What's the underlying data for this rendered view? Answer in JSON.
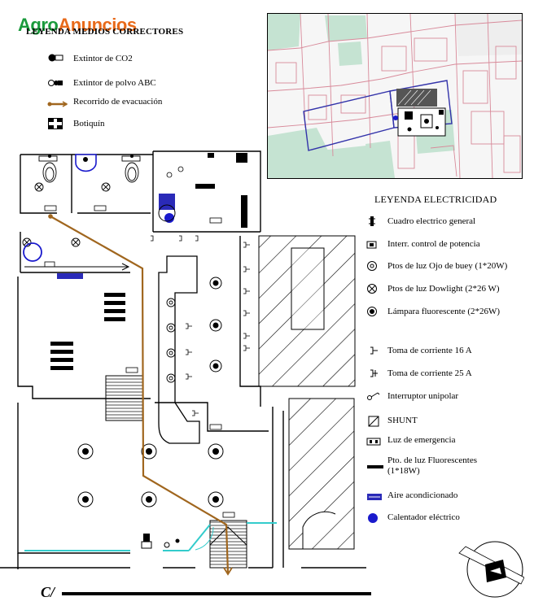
{
  "watermark": {
    "part1": "Agro",
    "part2": "Anuncios",
    "color1": "#1a9a3c",
    "color2": "#e86a1a"
  },
  "legend_fire": {
    "title": "LEYENDA MEDIOS CORRECTORES",
    "items": [
      {
        "label": "Extintor de CO2",
        "icon": "co2-extinguisher-icon"
      },
      {
        "label": "Extintor de polvo ABC",
        "icon": "abc-extinguisher-icon"
      },
      {
        "label": "Recorrido de evacuación",
        "icon": "evacuation-route-icon"
      },
      {
        "label": "Botiquín",
        "icon": "first-aid-icon"
      }
    ]
  },
  "legend_electric": {
    "title": "LEYENDA ELECTRICIDAD",
    "items": [
      {
        "label": "Cuadro electrico general",
        "icon": "panel-icon"
      },
      {
        "label": "Interr. control de potencia",
        "icon": "breaker-icon"
      },
      {
        "label": "Ptos de luz Ojo de buey (1*20W)",
        "icon": "downlight-ring-icon"
      },
      {
        "label": "Ptos de luz Dowlight (2*26 W)",
        "icon": "downlight-cross-icon"
      },
      {
        "label": "Lámpara fluorescente (2*26W)",
        "icon": "fluorescent-lamp-icon"
      },
      {
        "label": "Toma de corriente 16 A",
        "icon": "socket-16a-icon"
      },
      {
        "label": "Toma de corriente 25 A",
        "icon": "socket-25a-icon"
      },
      {
        "label": "Interruptor unipolar",
        "icon": "switch-icon"
      },
      {
        "label": "SHUNT",
        "icon": "shunt-icon"
      },
      {
        "label": "Luz de emergencia",
        "icon": "emergency-light-icon"
      },
      {
        "label": "Pto. de luz Fluorescentes",
        "label2": "(1*18W)",
        "icon": "fluorescent-tube-icon"
      },
      {
        "label": "Aire acondicionado",
        "icon": "air-conditioner-icon"
      },
      {
        "label": "Calentador eléctrico",
        "icon": "water-heater-icon"
      }
    ]
  },
  "street": {
    "label": "C/"
  },
  "colors": {
    "evacuation": "#a0661e",
    "cyan": "#33cccc",
    "blue": "#1a1acc",
    "map_green": "#c5e3d2",
    "map_pink": "#d88a9a"
  }
}
